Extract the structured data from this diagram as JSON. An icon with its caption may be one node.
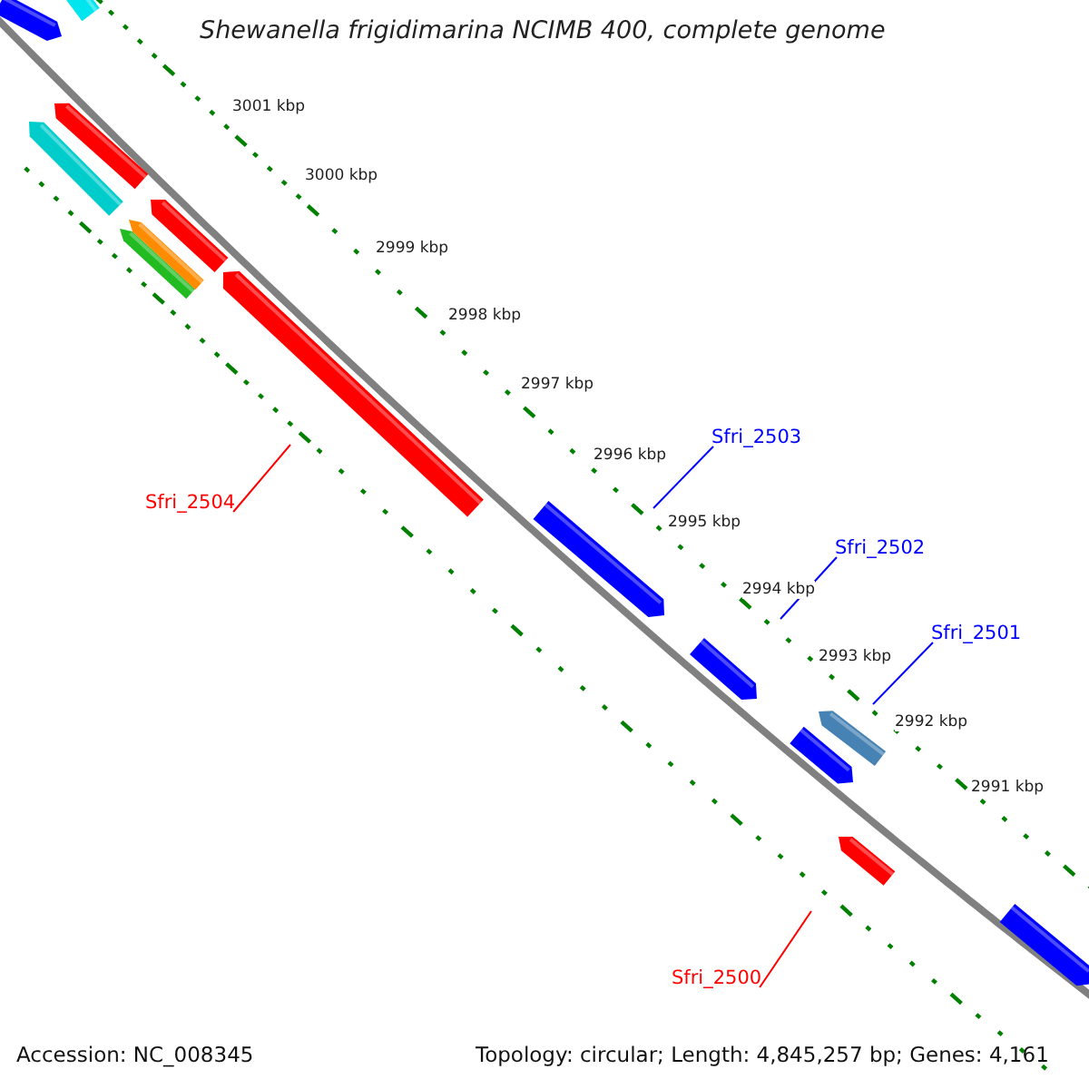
{
  "diagram": {
    "title": "Shewanella frigidimarina NCIMB 400, complete genome",
    "nodes": [
      {
        "text": [
          "Sfri_2503"
        ]
      },
      {
        "text": [
          "Sfri_2502"
        ]
      },
      {
        "text": [
          "Sfri_2501"
        ]
      },
      {
        "text": [
          "Sfri_2504"
        ]
      },
      {
        "text": [
          "Sfri_2500"
        ]
      }
    ],
    "edges": [
      {
        "from": 0,
        "to": null,
        "arrow": "none",
        "color": "#0000ff"
      },
      {
        "from": 1,
        "to": null,
        "arrow": "none",
        "color": "#0000ff"
      },
      {
        "from": 2,
        "to": null,
        "arrow": "none",
        "color": "#0000ff"
      },
      {
        "from": 3,
        "to": null,
        "arrow": "none",
        "color": "#ff0000"
      },
      {
        "from": 4,
        "to": null,
        "arrow": "none",
        "color": "#ff0000"
      }
    ],
    "labels": [
      "3001 kbp",
      "3000 kbp",
      "2999 kbp",
      "2998 kbp",
      "2997 kbp",
      "2996 kbp",
      "2995 kbp",
      "2994 kbp",
      "2993 kbp",
      "2992 kbp",
      "2991 kbp",
      "Accession: NC_008345",
      "Topology: circular; Length: 4,845,257 bp; Genes: 4,161"
    ]
  }
}
